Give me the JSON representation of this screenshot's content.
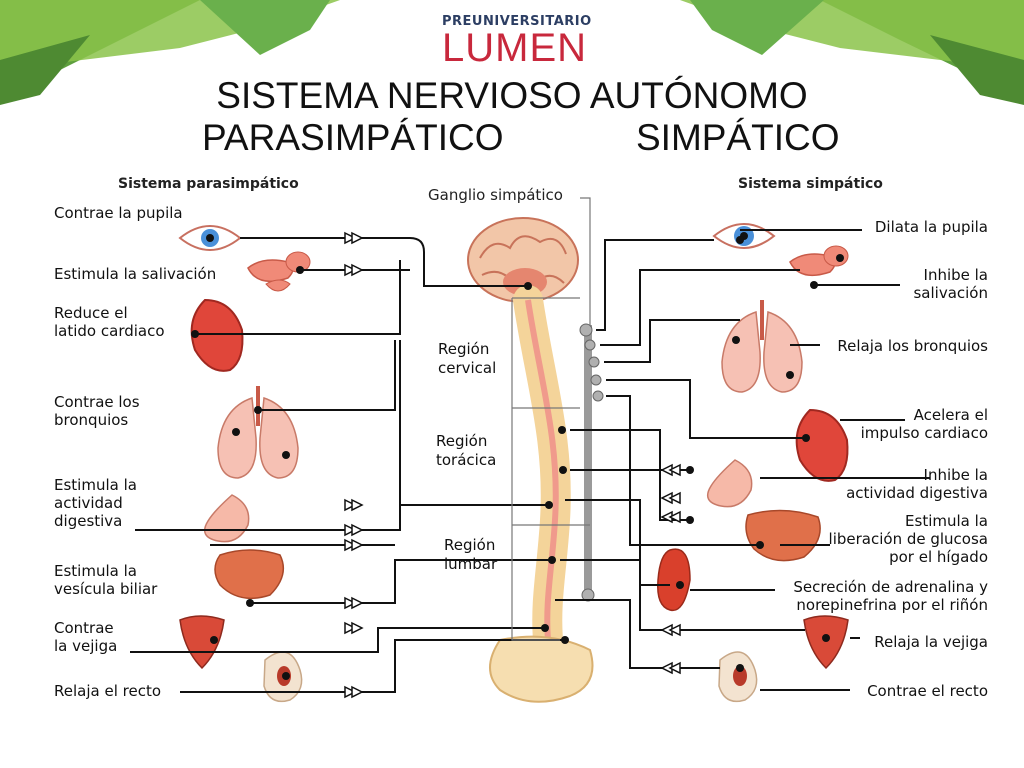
{
  "logo": {
    "line1": "PREUNIVERSITARIO",
    "line2": "LUMEN"
  },
  "title": "SISTEMA NERVIOSO AUTÓNOMO",
  "subtitle_left": "PARASIMPÁTICO",
  "subtitle_right": "SIMPÁTICO",
  "diagram": {
    "left_heading": "Sistema parasimpático",
    "center_heading": "Ganglio simpático",
    "right_heading": "Sistema simpático",
    "left_labels": [
      [
        "Contrae la pupila"
      ],
      [
        "Estimula la salivación"
      ],
      [
        "Reduce el",
        "latido cardiaco"
      ],
      [
        "Contrae los",
        "bronquios"
      ],
      [
        "Estimula la",
        "actividad",
        "digestiva"
      ],
      [
        "Estimula la",
        "vesícula biliar"
      ],
      [
        "Contrae",
        "la vejiga"
      ],
      [
        "Relaja el recto"
      ]
    ],
    "right_labels": [
      [
        "Dilata la pupila"
      ],
      [
        "Inhibe la",
        "salivación"
      ],
      [
        "Relaja los bronquios"
      ],
      [
        "Acelera el",
        "impulso cardiaco"
      ],
      [
        "Inhibe la",
        "actividad digestiva"
      ],
      [
        "Estimula la",
        "liberación de glucosa",
        "por el hígado"
      ],
      [
        "Secreción de adrenalina y",
        "norepinefrina por el riñón"
      ],
      [
        "Relaja la vejiga"
      ],
      [
        "Contrae el recto"
      ]
    ],
    "regions": [
      [
        "Región",
        "cervical"
      ],
      [
        "Región",
        "torácica"
      ],
      [
        "Región",
        "lumbar"
      ]
    ]
  },
  "colors": {
    "logo_blue": "#2c3e63",
    "logo_red": "#c8283c",
    "banner_green": "#6ab04c",
    "organ_red": "#e0463a",
    "spine_bone": "#f4d49a",
    "ganglion_gray": "#9a9a9a"
  },
  "icons": [
    "eye-icon",
    "salivary-gland-icon",
    "heart-icon",
    "lungs-icon",
    "stomach-icon",
    "liver-icon",
    "kidney-icon",
    "bladder-icon",
    "rectum-icon",
    "brain-icon",
    "spine-icon"
  ]
}
